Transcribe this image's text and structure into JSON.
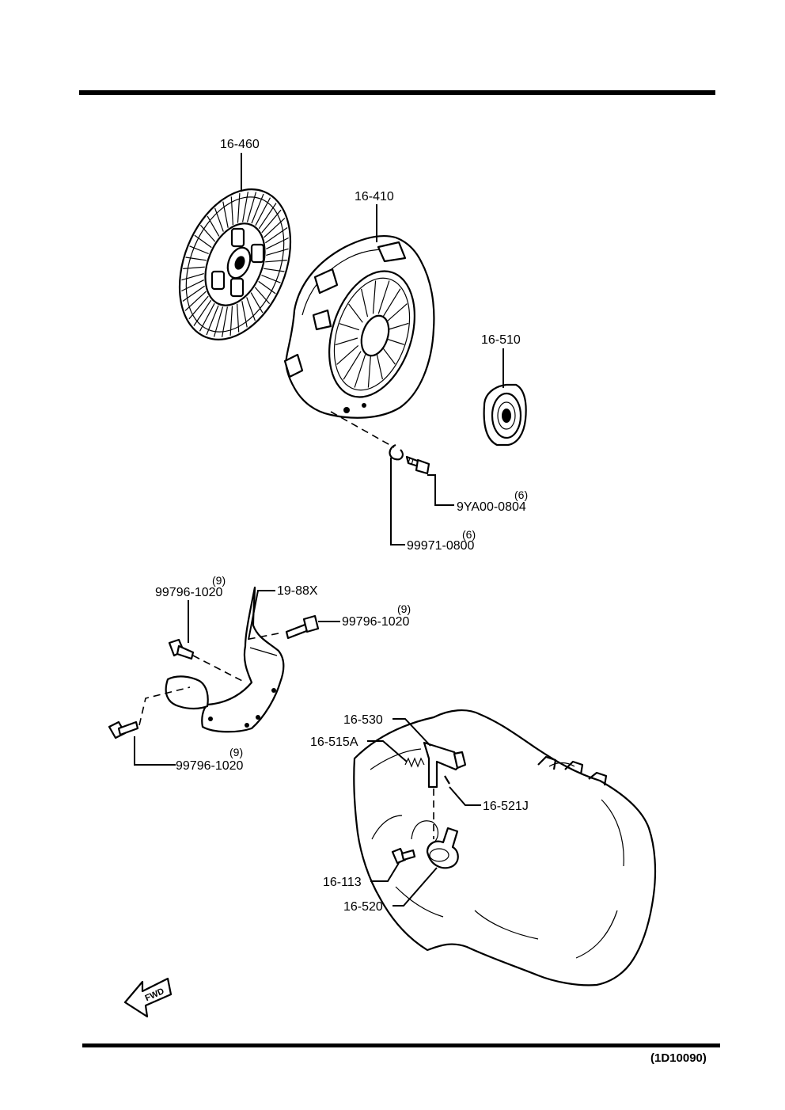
{
  "diagram": {
    "parts": [
      {
        "id": "16-460",
        "label": "16-460",
        "qty": ""
      },
      {
        "id": "16-410",
        "label": "16-410",
        "qty": ""
      },
      {
        "id": "16-510",
        "label": "16-510",
        "qty": ""
      },
      {
        "id": "9YA00-0804",
        "label": "9YA00-0804",
        "qty": "(6)"
      },
      {
        "id": "99971-0800",
        "label": "99971-0800",
        "qty": "(6)"
      },
      {
        "id": "99796-1020-top",
        "label": "99796-1020",
        "qty": "(9)"
      },
      {
        "id": "19-88X",
        "label": "19-88X",
        "qty": ""
      },
      {
        "id": "99796-1020-right",
        "label": "99796-1020",
        "qty": "(9)"
      },
      {
        "id": "99796-1020-bottom",
        "label": "99796-1020",
        "qty": "(9)"
      },
      {
        "id": "16-530",
        "label": "16-530",
        "qty": ""
      },
      {
        "id": "16-515A",
        "label": "16-515A",
        "qty": ""
      },
      {
        "id": "16-521J",
        "label": "16-521J",
        "qty": ""
      },
      {
        "id": "16-113",
        "label": "16-113",
        "qty": ""
      },
      {
        "id": "16-520",
        "label": "16-520",
        "qty": ""
      }
    ],
    "direction_arrow": {
      "text": "FWD",
      "icon": "fwd-arrow-icon"
    },
    "diagram_code": "(1D10090)"
  }
}
